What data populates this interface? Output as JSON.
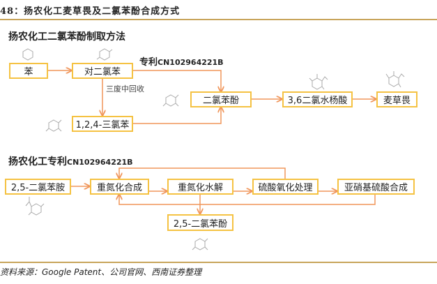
{
  "header": {
    "title": "48：扬农化工麦草畏及二氯苯酚合成方式"
  },
  "section1": {
    "title": "扬农化工二氯苯酚制取方法",
    "patent_label": "专利",
    "patent_no": "CN102964221B",
    "recycle_note": "三废中回收",
    "nodes": {
      "benzene": "苯",
      "p_dcb": "对二氯苯",
      "tcb": "1,2,4-三氯苯",
      "dcp": "二氯苯酚",
      "dcsa": "3,6二氯水杨酸",
      "dicamba": "麦草畏"
    }
  },
  "section2": {
    "title": "扬农化工专利",
    "patent_no": "CN102964221B",
    "nodes": {
      "dca": "2,5-二氯苯胺",
      "diazo": "重氮化合成",
      "hydro": "重氮化水解",
      "sulf": "硫酸氧化处理",
      "nitroso": "亚硝基硫酸合成",
      "dcp25": "2,5-二氯苯酚"
    }
  },
  "footer": {
    "source": "资料来源：Google Patent、公司官网、西南证券整理"
  },
  "colors": {
    "arrow": "#f0955a",
    "box_border": "#f5c242",
    "rule": "#c8a45a"
  }
}
